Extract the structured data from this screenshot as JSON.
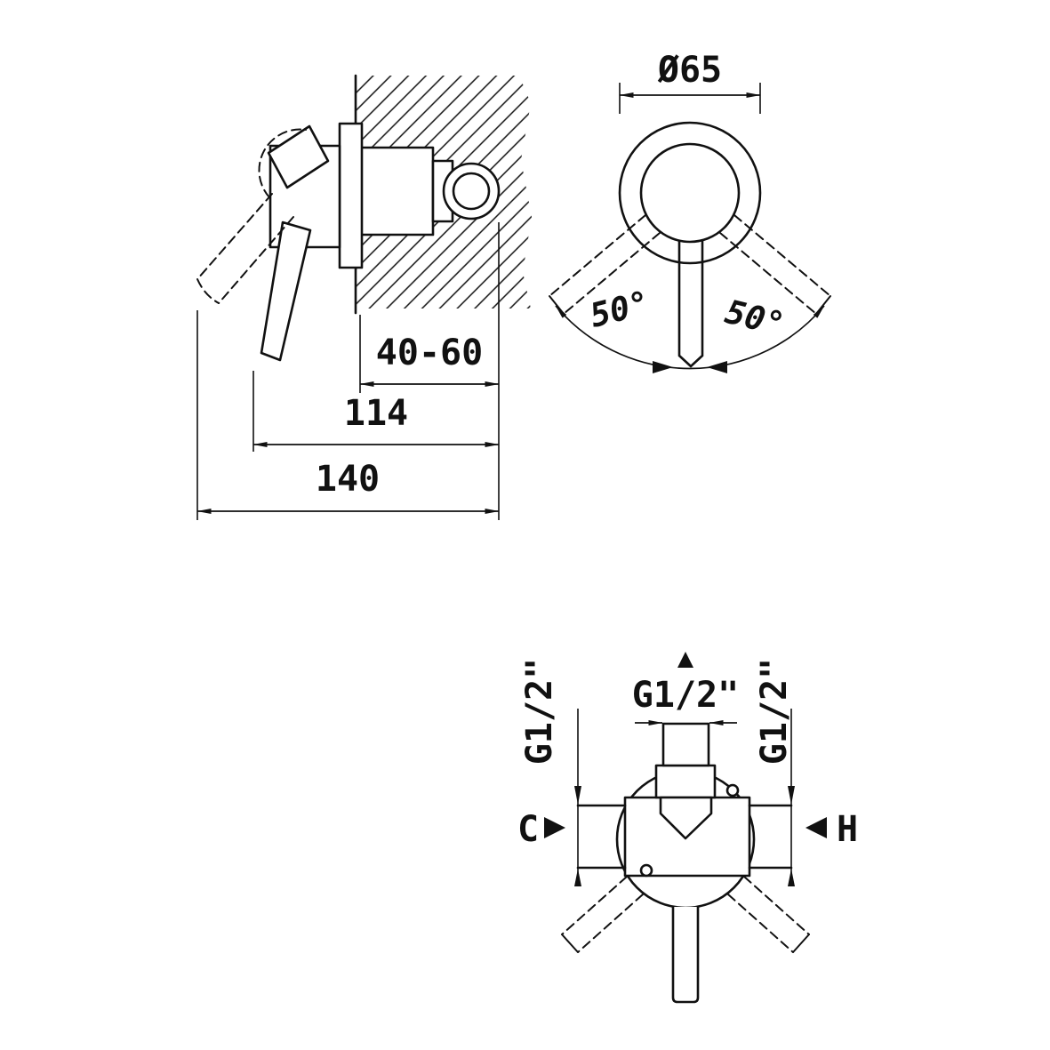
{
  "side_view": {
    "dim_depth": "40-60",
    "dim_114": "114",
    "dim_140": "140"
  },
  "front_view": {
    "diameter": "Ø65",
    "angle_left": "50°",
    "angle_right": "50°"
  },
  "bottom_view": {
    "thread_top": "G1/2\"",
    "thread_left": "G1/2\"",
    "thread_right": "G1/2\"",
    "label_cold": "C",
    "label_hot": "H"
  },
  "colors": {
    "line": "#111111",
    "background": "#ffffff"
  }
}
